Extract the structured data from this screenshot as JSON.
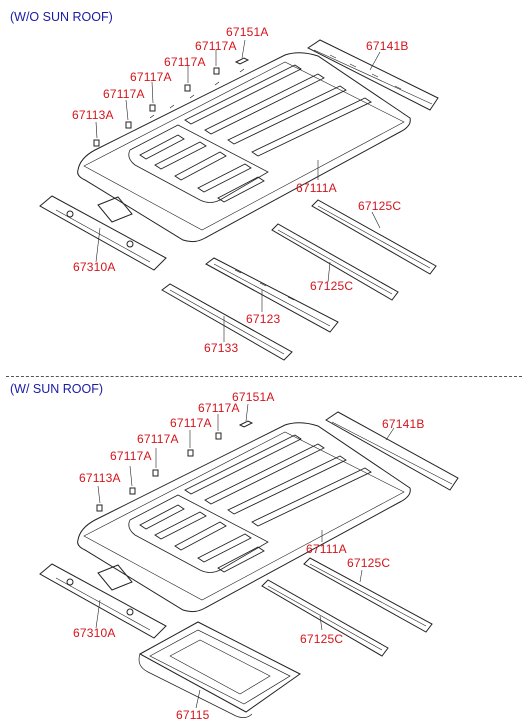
{
  "sections": [
    {
      "header": "(W/O SUN ROOF)",
      "labels": [
        "67151A",
        "67117A",
        "67117A",
        "67117A",
        "67117A",
        "67113A",
        "67141B",
        "67111A",
        "67125C",
        "67125C",
        "67310A",
        "67123",
        "67133"
      ]
    },
    {
      "header": "(W/ SUN ROOF)",
      "labels": [
        "67151A",
        "67117A",
        "67117A",
        "67117A",
        "67117A",
        "67113A",
        "67141B",
        "67111A",
        "67125C",
        "67125C",
        "67310A",
        "67115"
      ]
    }
  ],
  "colors": {
    "header": "#1a1aa6",
    "part_label": "#d4141c",
    "line": "#222222"
  }
}
